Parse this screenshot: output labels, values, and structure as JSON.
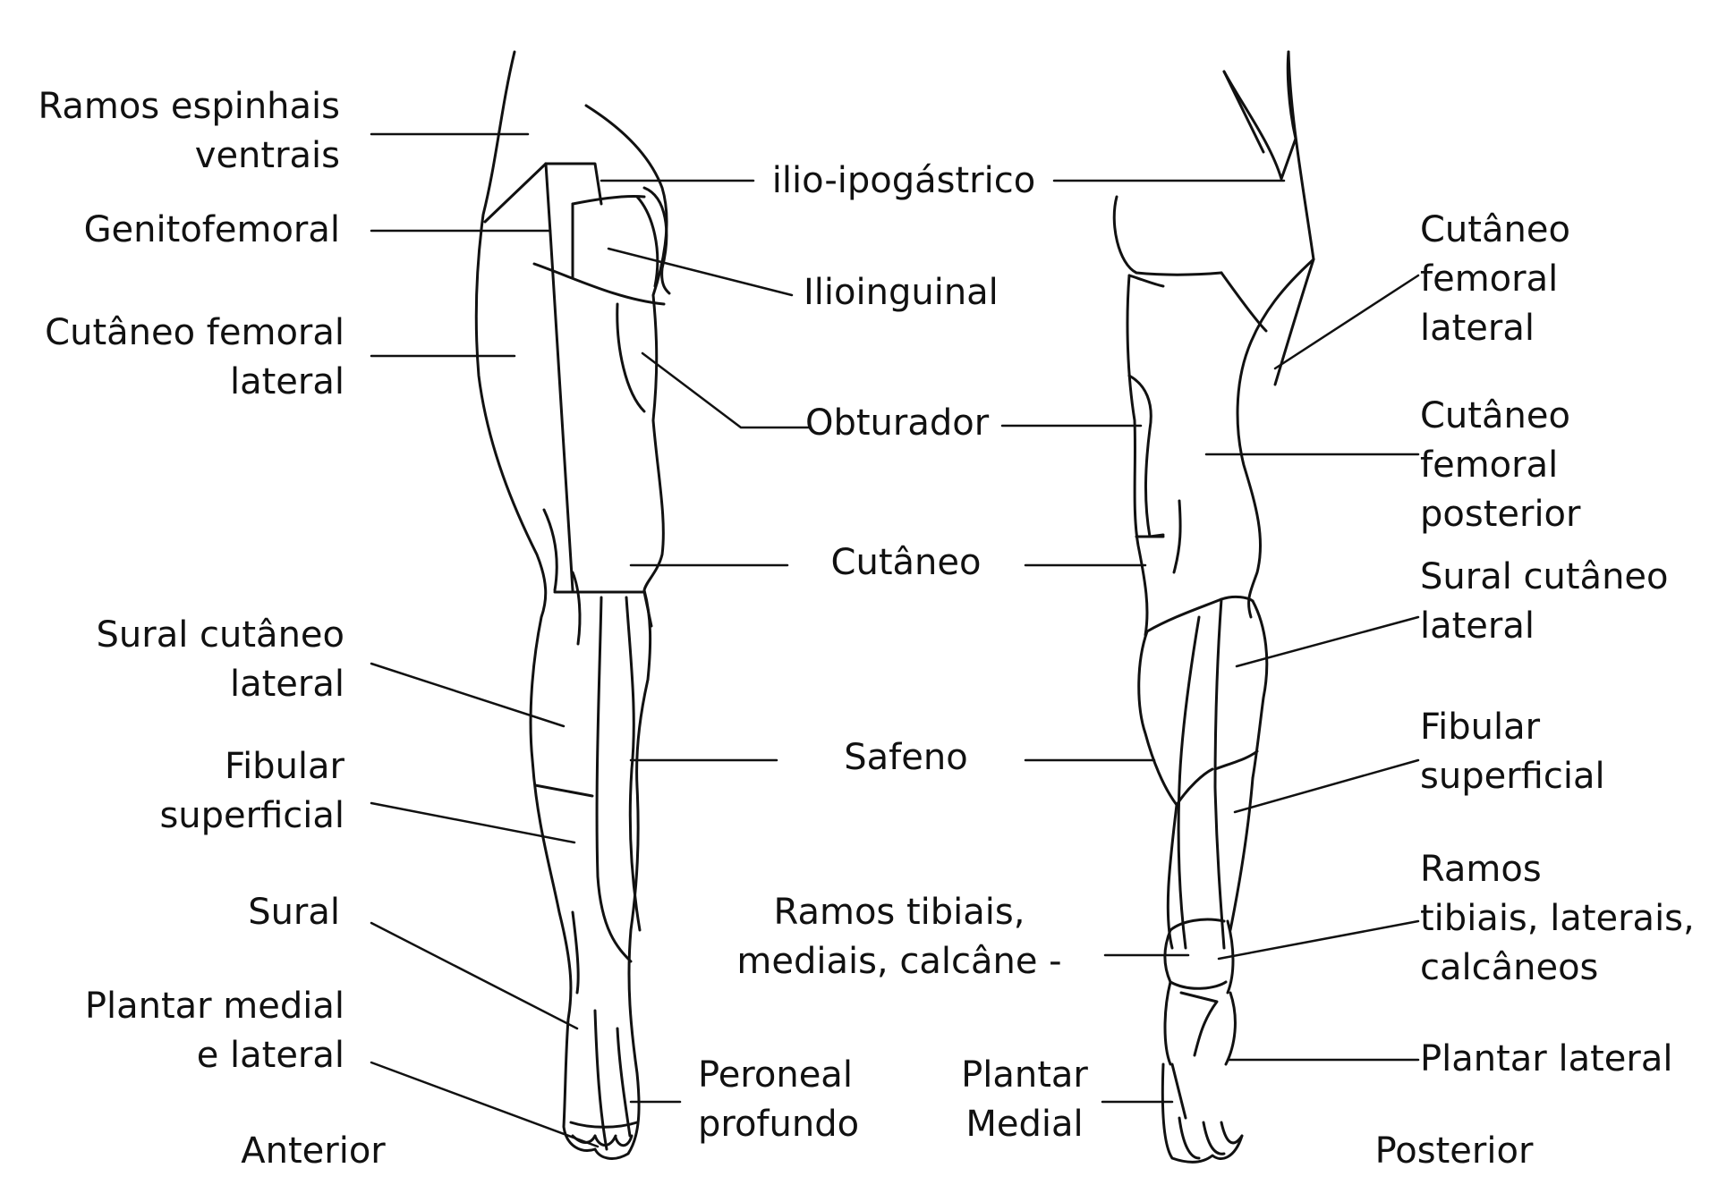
{
  "colors": {
    "ink": "#111111",
    "background": "#ffffff"
  },
  "views": {
    "anterior": "Anterior",
    "posterior": "Posterior"
  },
  "labels_left": {
    "ramos_espinhais": "Ramos espinhais\nventrais",
    "genitofemoral": "Genitofemoral",
    "cutaneo_femoral_lateral": "Cutâneo femoral\nlateral",
    "sural_cutaneo_lateral": "Sural cutâneo\nlateral",
    "fibular_superficial": "Fibular\nsuperficial",
    "sural": "Sural",
    "plantar_medial_lateral": "Plantar medial\ne lateral"
  },
  "labels_center": {
    "ilio_ipogastrico": "ilio-ipogástrico",
    "ilioinguinal": "Ilioinguinal",
    "obturador": "Obturador",
    "cutaneo": "Cutâneo",
    "safeno": "Safeno",
    "ramos_tibiais_mediais": "Ramos tibiais,\nmediais, calcâne  -",
    "peroneal_profundo": "Peroneal\nprofundo",
    "plantar_medial": "Plantar\nMedial"
  },
  "labels_right": {
    "cutaneo_femoral_lateral": "Cutâneo femoral\nlateral",
    "cutaneo_femoral_posterior": "Cutâneo femoral\nposterior",
    "sural_cutaneo_lateral": "Sural cutâneo\nlateral",
    "fibular_superficial": "Fibular\nsuperficial",
    "ramos_tibiais_laterais": "Ramos\ntibiais, laterais,\ncalcâneos",
    "plantar_lateral": "Plantar lateral"
  }
}
